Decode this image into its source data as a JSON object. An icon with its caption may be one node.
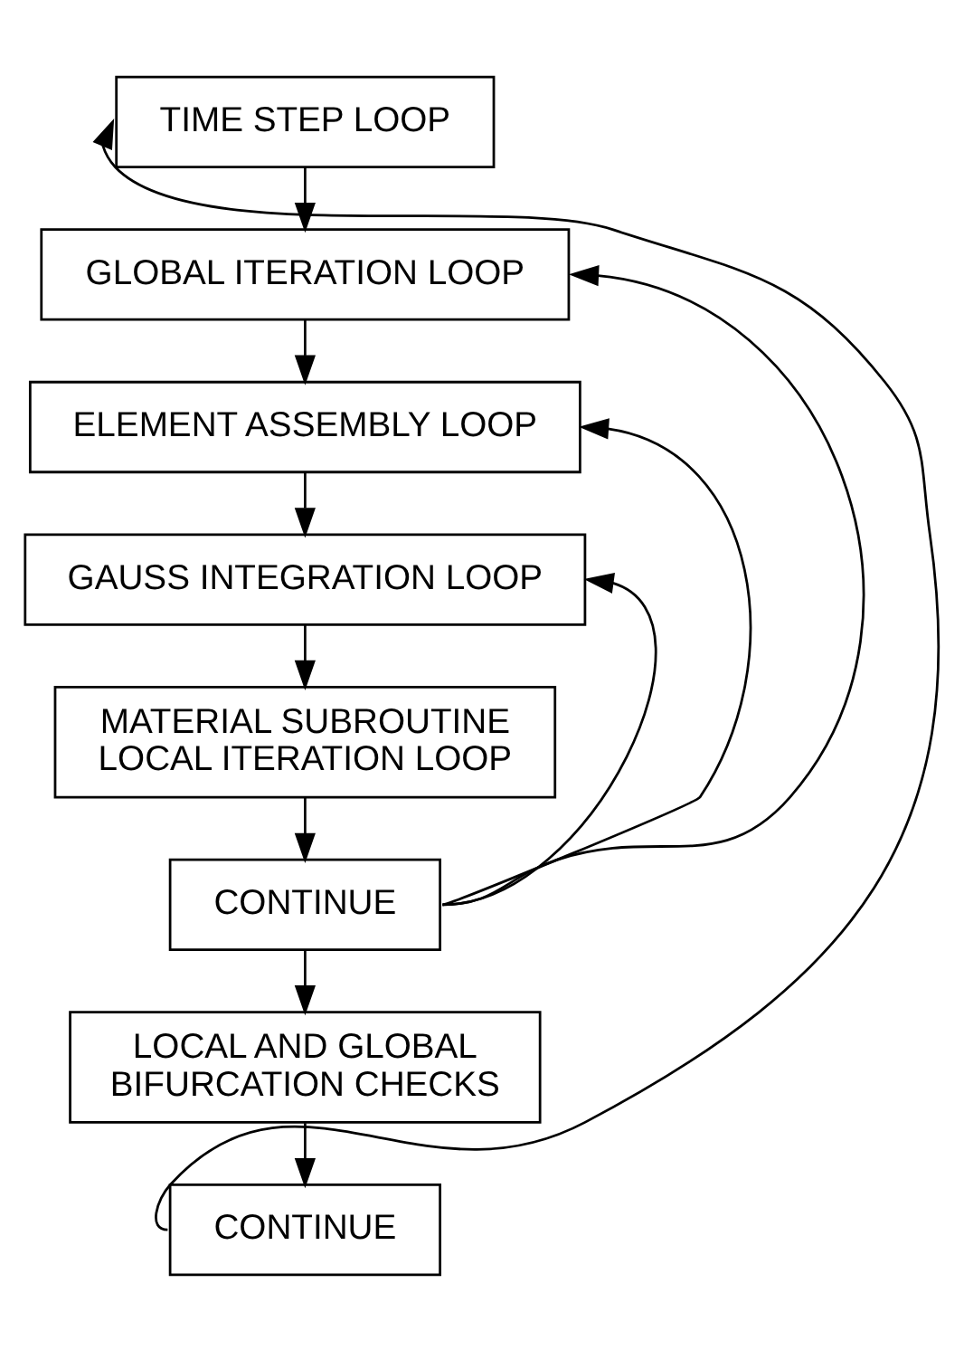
{
  "diagram": {
    "nodes": [
      {
        "text": [
          "TIME STEP LOOP"
        ]
      },
      {
        "text": [
          "GLOBAL ITERATION LOOP"
        ]
      },
      {
        "text": [
          "ELEMENT ASSEMBLY LOOP"
        ]
      },
      {
        "text": [
          "GAUSS INTEGRATION LOOP"
        ]
      },
      {
        "text": [
          "MATERIAL SUBROUTINE LOCAL ITERATION LOOP"
        ]
      },
      {
        "text": [
          "CONTINUE"
        ]
      },
      {
        "text": [
          "LOCAL AND GLOBAL BIFURCATION CHECKS"
        ]
      },
      {
        "text": [
          "CONTINUE"
        ]
      }
    ],
    "edges": [
      {
        "from": 0,
        "to": 1,
        "arrow": "to"
      },
      {
        "from": 1,
        "to": 2,
        "arrow": "to"
      },
      {
        "from": 2,
        "to": 3,
        "arrow": "to"
      },
      {
        "from": 3,
        "to": 4,
        "arrow": "to"
      },
      {
        "from": 4,
        "to": 5,
        "arrow": "to"
      },
      {
        "from": 5,
        "to": 6,
        "arrow": "to"
      },
      {
        "from": 6,
        "to": 7,
        "arrow": "to"
      },
      {
        "from": 7,
        "to": 0,
        "arrow": "to"
      },
      {
        "from": 5,
        "to": 3,
        "arrow": "to"
      },
      {
        "from": 5,
        "to": 2,
        "arrow": "to"
      },
      {
        "from": 5,
        "to": 1,
        "arrow": "to"
      }
    ]
  }
}
